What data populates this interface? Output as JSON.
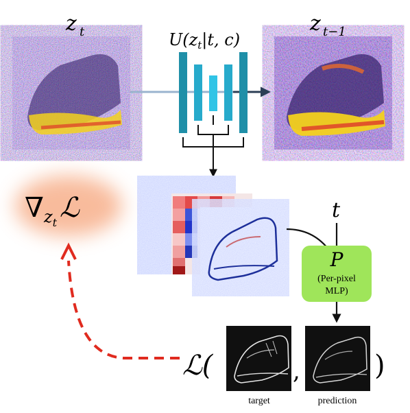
{
  "labels": {
    "zt_base": "z",
    "zt_sub": "t",
    "zt1_base": "z",
    "zt1_sub": "t−1",
    "unet": "U(z",
    "unet_sub": "t",
    "unet_rest": "|t, c)",
    "t": "t",
    "p_title": "P",
    "p_line1": "(Per-pixel",
    "p_line2": "MLP)",
    "loss_script": "ℒ(",
    "comma": ",",
    "close": ")",
    "target": "target",
    "prediction": "prediction",
    "grad_nabla": "∇",
    "grad_sub": "z",
    "grad_subsub": "t",
    "grad_loss": "ℒ"
  },
  "colors": {
    "unet_dark": "#1f8fa8",
    "unet_light": "#31c4e6",
    "mlp_fill": "#9fe55a",
    "arrow_red": "#e02b1f",
    "glow": "#f6a57c",
    "shoe_noise_a": "#6d3bd8",
    "shoe_noise_b": "#e8d21a"
  }
}
